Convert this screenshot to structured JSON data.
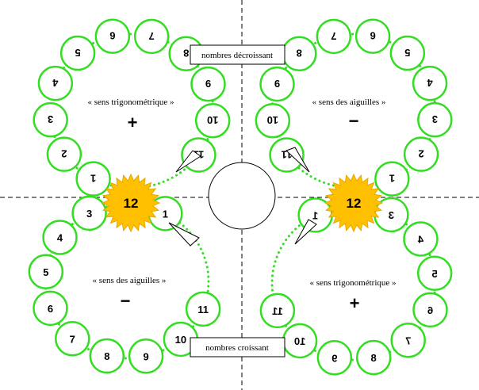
{
  "labels": {
    "top_box": "nombres décroissant",
    "bottom_box": "nombres croissant"
  },
  "quadrants": [
    {
      "id": "top-left",
      "direction": "« sens trigonométrique »",
      "sign": "+"
    },
    {
      "id": "top-right",
      "direction": "« sens des aiguilles »",
      "sign": "−"
    },
    {
      "id": "bottom-left",
      "direction": "« sens des aiguilles »",
      "sign": "−"
    },
    {
      "id": "bottom-right",
      "direction": "« sens trigonométrique »",
      "sign": "+"
    }
  ],
  "sun_label": "12",
  "ring_numbers": [
    "1",
    "2",
    "3",
    "4",
    "5",
    "6",
    "7",
    "8",
    "9",
    "10",
    "11"
  ],
  "colors": {
    "circle_stroke": "#33dd22",
    "dots": "#33dd22",
    "sun": "#ffc000",
    "axis": "#000000"
  }
}
